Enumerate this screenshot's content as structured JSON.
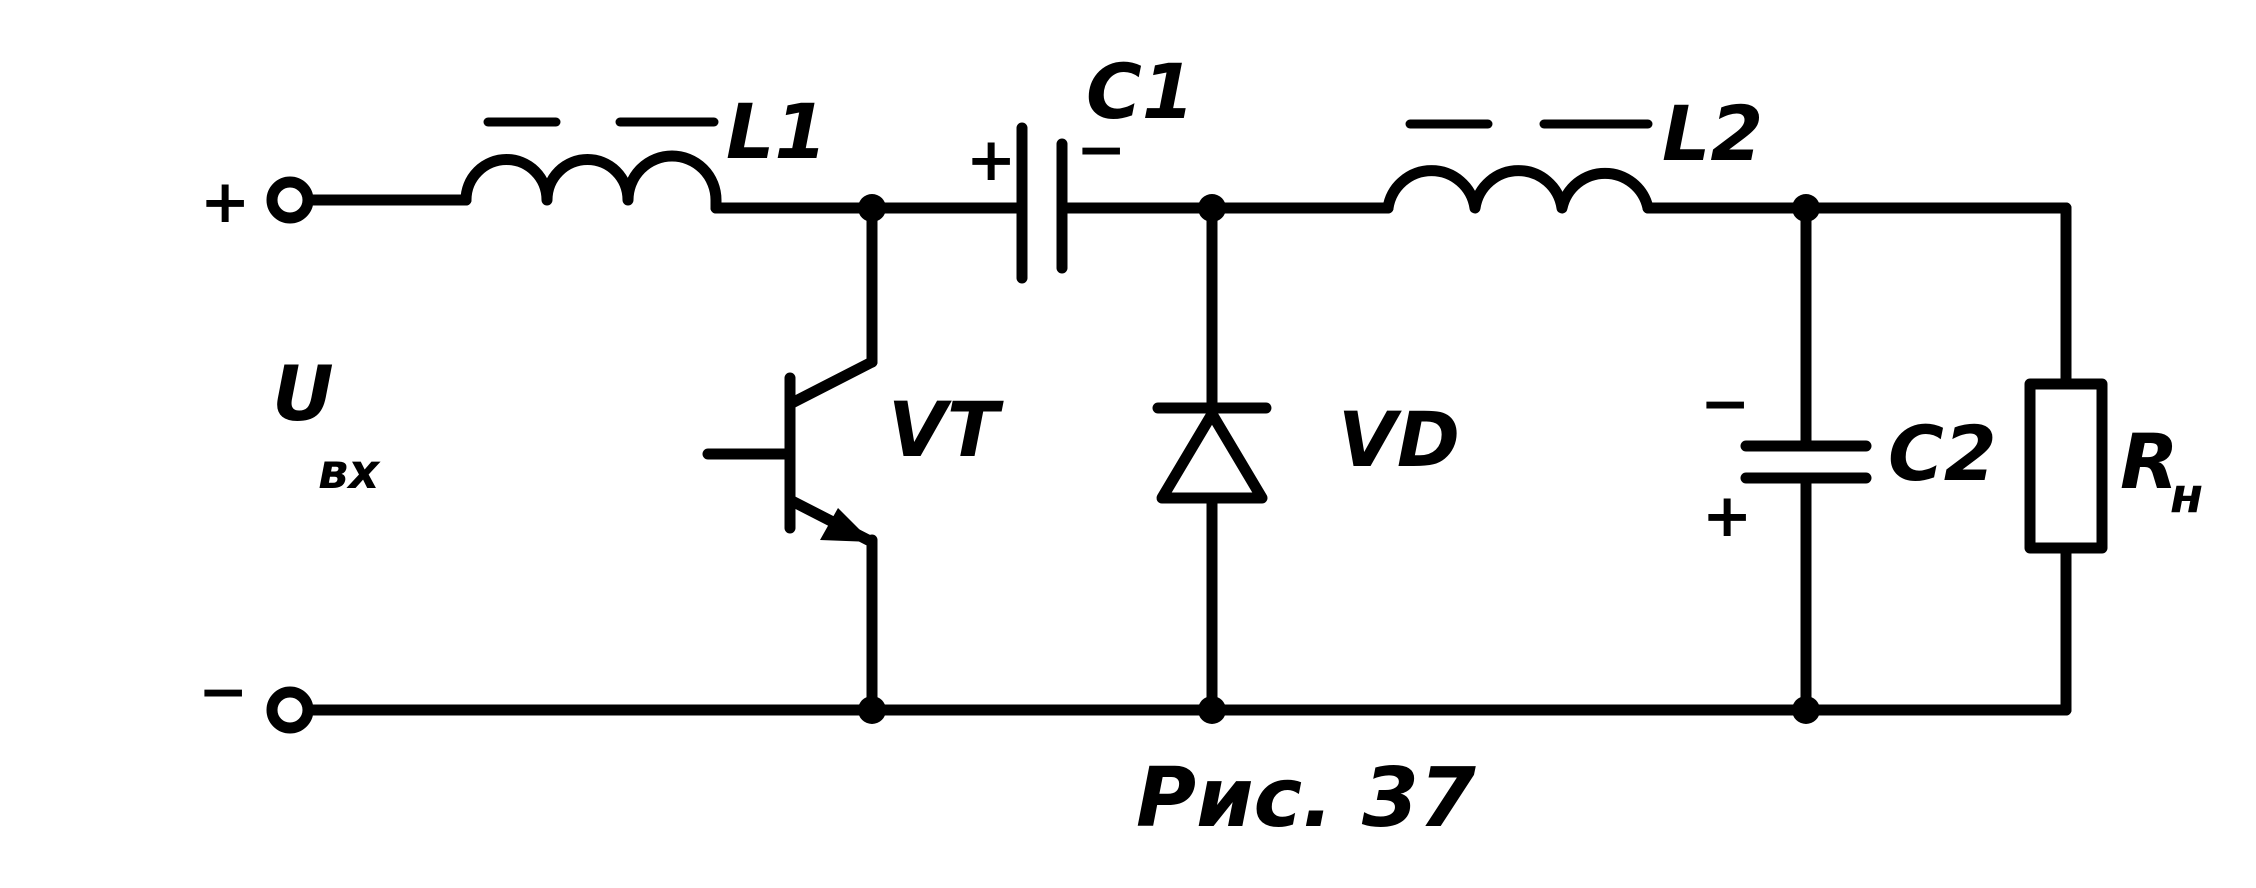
{
  "terminals": {
    "positive_sign": "+",
    "negative_sign": "−",
    "input_label": "U",
    "input_label_sub": "вх"
  },
  "components": {
    "l1": "L1",
    "c1": "C1",
    "c1_plus": "+",
    "c1_minus": "−",
    "l2": "L2",
    "vt": "VT",
    "vd": "VD",
    "c2": "C2",
    "c2_minus": "−",
    "c2_plus": "+",
    "rn": "R",
    "rn_sub": "н"
  },
  "caption": "Рис. 37"
}
